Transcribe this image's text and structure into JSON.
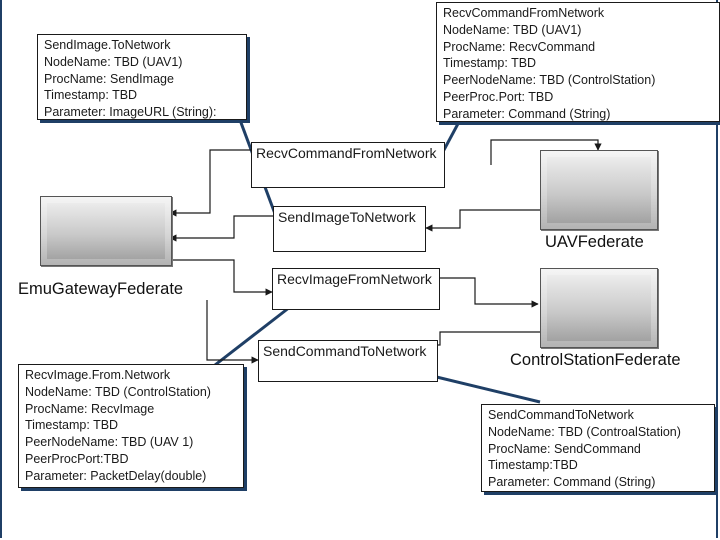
{
  "callouts": {
    "send_image_to_network": {
      "lines": [
        "SendImage.ToNetwork",
        "NodeName: TBD (UAV1)",
        "ProcName: SendImage",
        "Timestamp: TBD",
        "Parameter: ImageURL (String):"
      ]
    },
    "recv_command_from_network": {
      "lines": [
        "RecvCommandFromNetwork",
        "NodeName: TBD (UAV1)",
        "ProcName: RecvCommand",
        "Timestamp: TBD",
        "PeerNodeName: TBD (ControlStation)",
        "PeerProc.Port: TBD",
        "Parameter: Command (String)"
      ]
    },
    "recv_image_from_network": {
      "lines": [
        "RecvImage.From.Network",
        "NodeName: TBD (ControlStation)",
        "ProcName: RecvImage",
        "Timestamp: TBD",
        "PeerNodeName: TBD (UAV 1)",
        "PeerProcPort:TBD",
        "Parameter: PacketDelay(double)"
      ]
    },
    "send_command_to_network": {
      "lines": [
        "SendCommandToNetwork",
        "NodeName: TBD (ControalStation)",
        "ProcName: SendCommand",
        "Timestamp:TBD",
        "Parameter: Command (String)"
      ]
    }
  },
  "nodes": {
    "recv_command": "RecvCommandFromNetwork",
    "send_image": "SendImageToNetwork",
    "recv_image": "RecvImageFromNetwork",
    "send_command": "SendCommandToNetwork"
  },
  "federates": {
    "emu_gateway": "EmuGatewayFederate",
    "uav": "UAVFederate",
    "control_station": "ControlStationFederate"
  },
  "colors": {
    "callout_line": "#1f3f66",
    "arrow": "#1a1a1a",
    "frame": "#1f3f66"
  }
}
